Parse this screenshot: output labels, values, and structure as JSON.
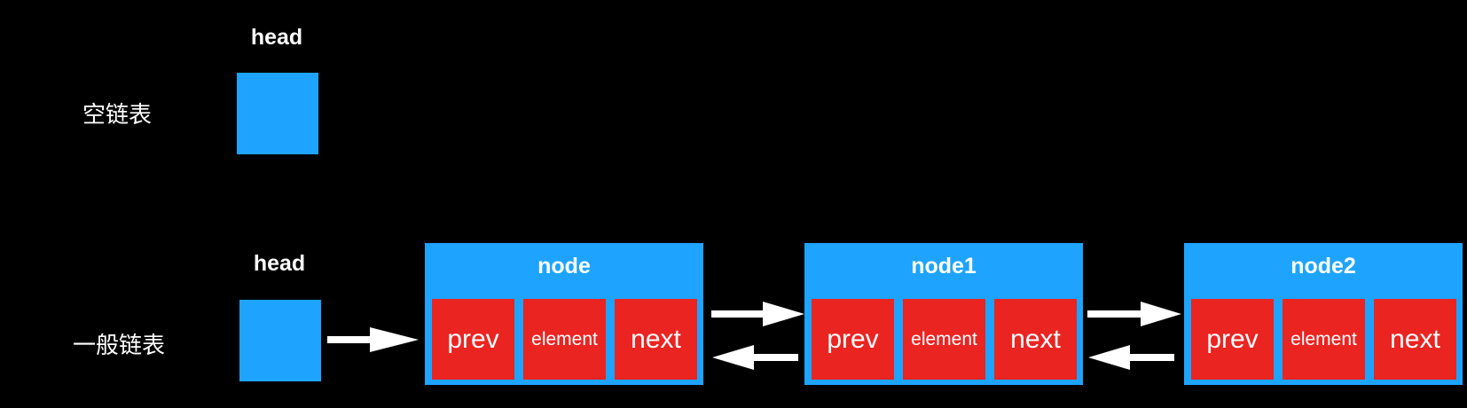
{
  "empty_list": {
    "label": "空链表",
    "head_label": "head",
    "head_color": "#1ea4ff"
  },
  "general_list": {
    "label": "一般链表",
    "head_label": "head",
    "nodes": [
      {
        "title": "node",
        "fields": [
          "prev",
          "element",
          "next"
        ]
      },
      {
        "title": "node1",
        "fields": [
          "prev",
          "element",
          "next"
        ]
      },
      {
        "title": "node2",
        "fields": [
          "prev",
          "element",
          "next"
        ]
      }
    ]
  },
  "colors": {
    "background": "#000000",
    "node_container": "#1ea4ff",
    "field_cell": "#ea2421",
    "arrow": "#ffffff"
  }
}
